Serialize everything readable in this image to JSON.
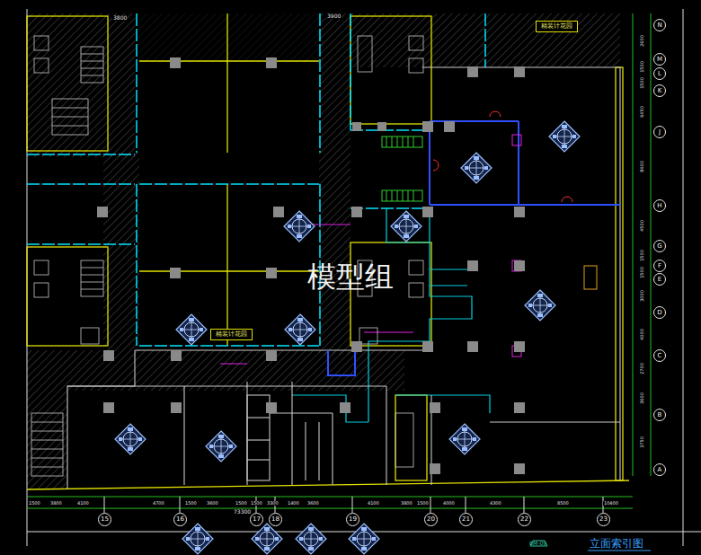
{
  "diagram": {
    "title": "立面索引图",
    "nodes": [
      {
        "text": [
          "精装计花园"
        ]
      },
      {
        "text": [
          "N"
        ]
      },
      {
        "text": [
          "M"
        ]
      },
      {
        "text": [
          "L"
        ]
      },
      {
        "text": [
          "K"
        ]
      },
      {
        "text": [
          "J"
        ]
      },
      {
        "text": [
          "H"
        ]
      },
      {
        "text": [
          "G"
        ]
      },
      {
        "text": [
          "F"
        ]
      },
      {
        "text": [
          "E"
        ]
      },
      {
        "text": [
          "D"
        ]
      },
      {
        "text": [
          "C"
        ]
      },
      {
        "text": [
          "B"
        ]
      },
      {
        "text": [
          "A"
        ]
      },
      {
        "text": [
          "精装计花园"
        ]
      },
      {
        "text": [
          "15"
        ]
      },
      {
        "text": [
          "16"
        ]
      },
      {
        "text": [
          "17"
        ]
      },
      {
        "text": [
          "18"
        ]
      },
      {
        "text": [
          "19"
        ]
      },
      {
        "text": [
          "20"
        ]
      },
      {
        "text": [
          "21"
        ]
      },
      {
        "text": [
          "22"
        ]
      },
      {
        "text": [
          "23"
        ]
      }
    ],
    "labels": [
      "模型组",
      "BM-09",
      "3800",
      "3900",
      "73300",
      "1500",
      "3800",
      "4100",
      "4700",
      "1500",
      "3600",
      "1500",
      "1500",
      "3300",
      "1400",
      "3600",
      "4100",
      "3800",
      "1500",
      "4000",
      "4300",
      "8500",
      "10400",
      "2600",
      "1500",
      "1500",
      "6450",
      "8400",
      "4500",
      "1500",
      "1500",
      "3000",
      "4000",
      "2700",
      "3600",
      "3750"
    ]
  }
}
